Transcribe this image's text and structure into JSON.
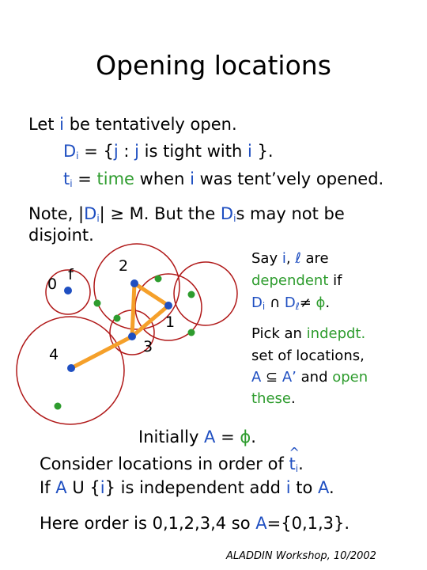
{
  "title": "Opening locations",
  "line1": {
    "a": "Let ",
    "i": "i",
    "b": " be tentatively open."
  },
  "line2": {
    "D": "D",
    "sub": "i",
    "a": " = {",
    "j1": "j",
    "b": " : ",
    "j2": "j",
    "c": " is tight with ",
    "i": "i",
    "d": " }."
  },
  "line3": {
    "t": "t",
    "sub": "i",
    "a": "  = ",
    "time": "time",
    "b": " when ",
    "i": "i",
    "c": " was tent’vely opened."
  },
  "line4": {
    "a": "Note, |",
    "D": "D",
    "sub": "i",
    "b": "| ≥ M. But the ",
    "D2": "D",
    "sub2": "i",
    "c": "s may not be"
  },
  "line5": "disjoint.",
  "say": {
    "a": "Say ",
    "i": "i",
    "comma": ", ",
    "l": "ℓ",
    "b": " are"
  },
  "dependent": {
    "a": "dependent",
    "b": " if"
  },
  "cond": {
    "D": "D",
    "sub": "i",
    "cap": " ∩ ",
    "D2": "D",
    "sub2": "ℓ",
    "neq": "≠ ",
    "phi": "ϕ",
    "dot": "."
  },
  "pick": {
    "a": "Pick an ",
    "b": "indepdt."
  },
  "set": "set of locations,",
  "aline": {
    "A": "A",
    "sub": " ⊆ ",
    "A2": "A’",
    "and": " and ",
    "open": "open"
  },
  "these": {
    "a": "these",
    "b": "."
  },
  "init": {
    "a": "Initially ",
    "A": "A",
    "b": " = ",
    "phi": "ϕ",
    "c": "."
  },
  "consider": {
    "a": "Consider locations in order of ",
    "t": "t",
    "hat": "^",
    "sub": "i",
    "b": "."
  },
  "ifline": {
    "a": "If ",
    "A": "A",
    "b": " U {",
    "i": "i",
    "c": "} is independent add ",
    "i2": "i",
    "d": " to ",
    "A2": "A",
    "e": "."
  },
  "order": {
    "a": "Here order is 0,1,2,3,4 so ",
    "A": "A",
    "b": "={0,1,3}."
  },
  "footer": "ALADDIN Workshop, 10/2002",
  "diagram_labels": {
    "n0": "0",
    "f": "f",
    "n2": "2",
    "n1": "1",
    "n3": "3",
    "n4": "4"
  },
  "colors": {
    "blue": "#1f4fc1",
    "green": "#2e9c2e",
    "orange": "#f5a02a",
    "circle": "#b01818",
    "text": "#000000"
  }
}
